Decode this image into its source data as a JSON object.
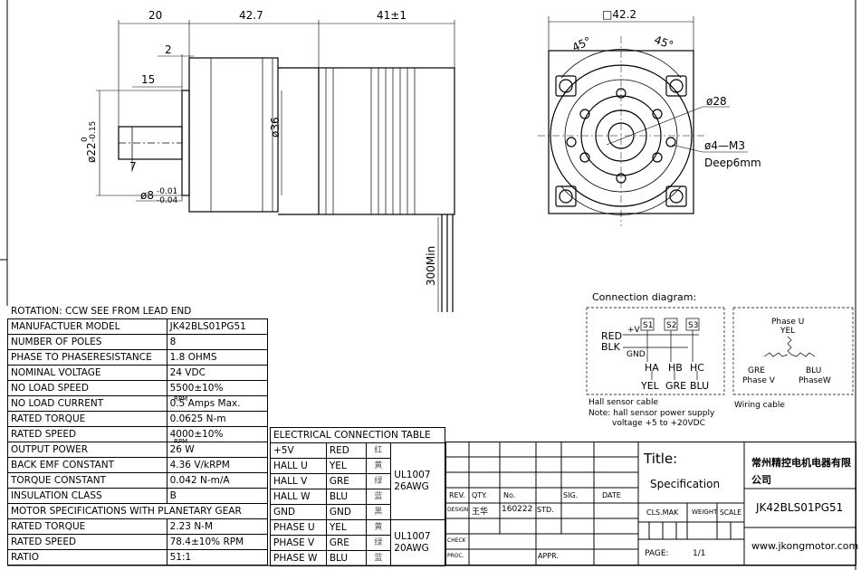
{
  "drawing": {
    "side_dims": {
      "d20": "20",
      "d42_7": "42.7",
      "d41": "41±1",
      "d2": "2",
      "d15": "15",
      "d36": "ø36",
      "d22": "ø22",
      "d22_tol_up": "0",
      "d22_tol_dn": "-0.15",
      "d8": "ø8",
      "d8_tol_up": "-0.01",
      "d8_tol_dn": "-0.04",
      "d7": "7",
      "lead": "300Min"
    },
    "front_dims": {
      "sq": "□42.2",
      "a45_l": "45°",
      "a45_r": "45°",
      "d28": "ø28",
      "holes": "ø4—M3",
      "depth": "Deep6mm"
    },
    "connection": {
      "title": "Connection diagram:",
      "plus5": "+V",
      "red": "RED",
      "blk": "BLK",
      "gnd": "GND",
      "s1": "S1",
      "s2": "S2",
      "s3": "S3",
      "ha": "HA",
      "hb": "HB",
      "hc": "HC",
      "yel": "YEL",
      "gre": "GRE",
      "blu": "BLU",
      "hall_cable": "Hall sensor cable",
      "note1": "Note: hall sensor power supply",
      "note2": "voltage +5 to +20VDC",
      "phase_u": "Phase U",
      "phase_u_col": "YEL",
      "w_gre": "GRE",
      "phase_v": "Phase V",
      "w_blu": "BLU",
      "phase_w": "PhaseW",
      "wiring_cable": "Wiring cable"
    }
  },
  "spec": {
    "title": "ROTATION: CCW SEE FROM LEAD END",
    "rows": [
      {
        "k": "MANUFACTUER MODEL",
        "v": "JK42BLS01PG51"
      },
      {
        "k": "NUMBER OF POLES",
        "v": "8"
      },
      {
        "k": "PHASE TO PHASERESISTANCE",
        "v": "1.8 OHMS"
      },
      {
        "k": "NOMINAL VOLTAGE",
        "v": "24 VDC"
      },
      {
        "k": "NO LOAD SPEED",
        "v": "5500±10%"
      },
      {
        "k": "NO LOAD CURRENT",
        "v": "0.5 Amps Max."
      },
      {
        "k": "RATED TORQUE",
        "v": "0.0625 N-m"
      },
      {
        "k": "RATED SPEED",
        "v": "4000±10%"
      },
      {
        "k": "OUTPUT POWER",
        "v": "26 W"
      },
      {
        "k": "BACK EMF CONSTANT",
        "v": "4.36 V/kRPM"
      },
      {
        "k": "TORQUE CONSTANT",
        "v": "0.042 N-m/A"
      },
      {
        "k": "INSULATION CLASS",
        "v": "B"
      },
      {
        "k": "MOTOR SPECIFICATIONS WITH PLANETARY GEAR",
        "v": ""
      },
      {
        "k": "RATED TORQUE",
        "v": "2.23 N-M"
      },
      {
        "k": "RATED SPEED",
        "v": "78.4±10% RPM"
      },
      {
        "k": "RATIO",
        "v": "51:1"
      }
    ],
    "rpm_mark": "RPM"
  },
  "elec": {
    "title": "ELECTRICAL CONNECTION TABLE",
    "rows": [
      {
        "sig": "+5V",
        "col": "RED",
        "cn": "红"
      },
      {
        "sig": "HALL U",
        "col": "YEL",
        "cn": "黄"
      },
      {
        "sig": "HALL V",
        "col": "GRE",
        "cn": "绿"
      },
      {
        "sig": "HALL W",
        "col": "BLU",
        "cn": "蓝"
      },
      {
        "sig": "GND",
        "col": "GND",
        "cn": "黑"
      },
      {
        "sig": "PHASE U",
        "col": "YEL",
        "cn": "黄"
      },
      {
        "sig": "PHASE V",
        "col": "GRE",
        "cn": "绿"
      },
      {
        "sig": "PHASE W",
        "col": "BLU",
        "cn": "蓝"
      }
    ],
    "wire1_a": "UL1007",
    "wire1_b": "26AWG",
    "wire2_a": "UL1007",
    "wire2_b": "20AWG"
  },
  "titleblock": {
    "rev": "REV.",
    "qty": "QTY.",
    "no": "No.",
    "sig": "SIG.",
    "date": "DATE",
    "design": "DESIGN",
    "designer": "王华",
    "design_date": "160222",
    "std": "STD.",
    "check": "CHECK",
    "proc": "PROC.",
    "appr": "APPR.",
    "title_lbl": "Title:",
    "title_val": "Specification",
    "cls": "CLS.MAK",
    "weight": "WEIGHT",
    "scale": "SCALE",
    "page_lbl": "PAGE:",
    "page_val": "1/1",
    "company": "常州精控电机电器有限公司",
    "model": "JK42BLS01PG51",
    "web": "www.jkongmotor.com"
  }
}
